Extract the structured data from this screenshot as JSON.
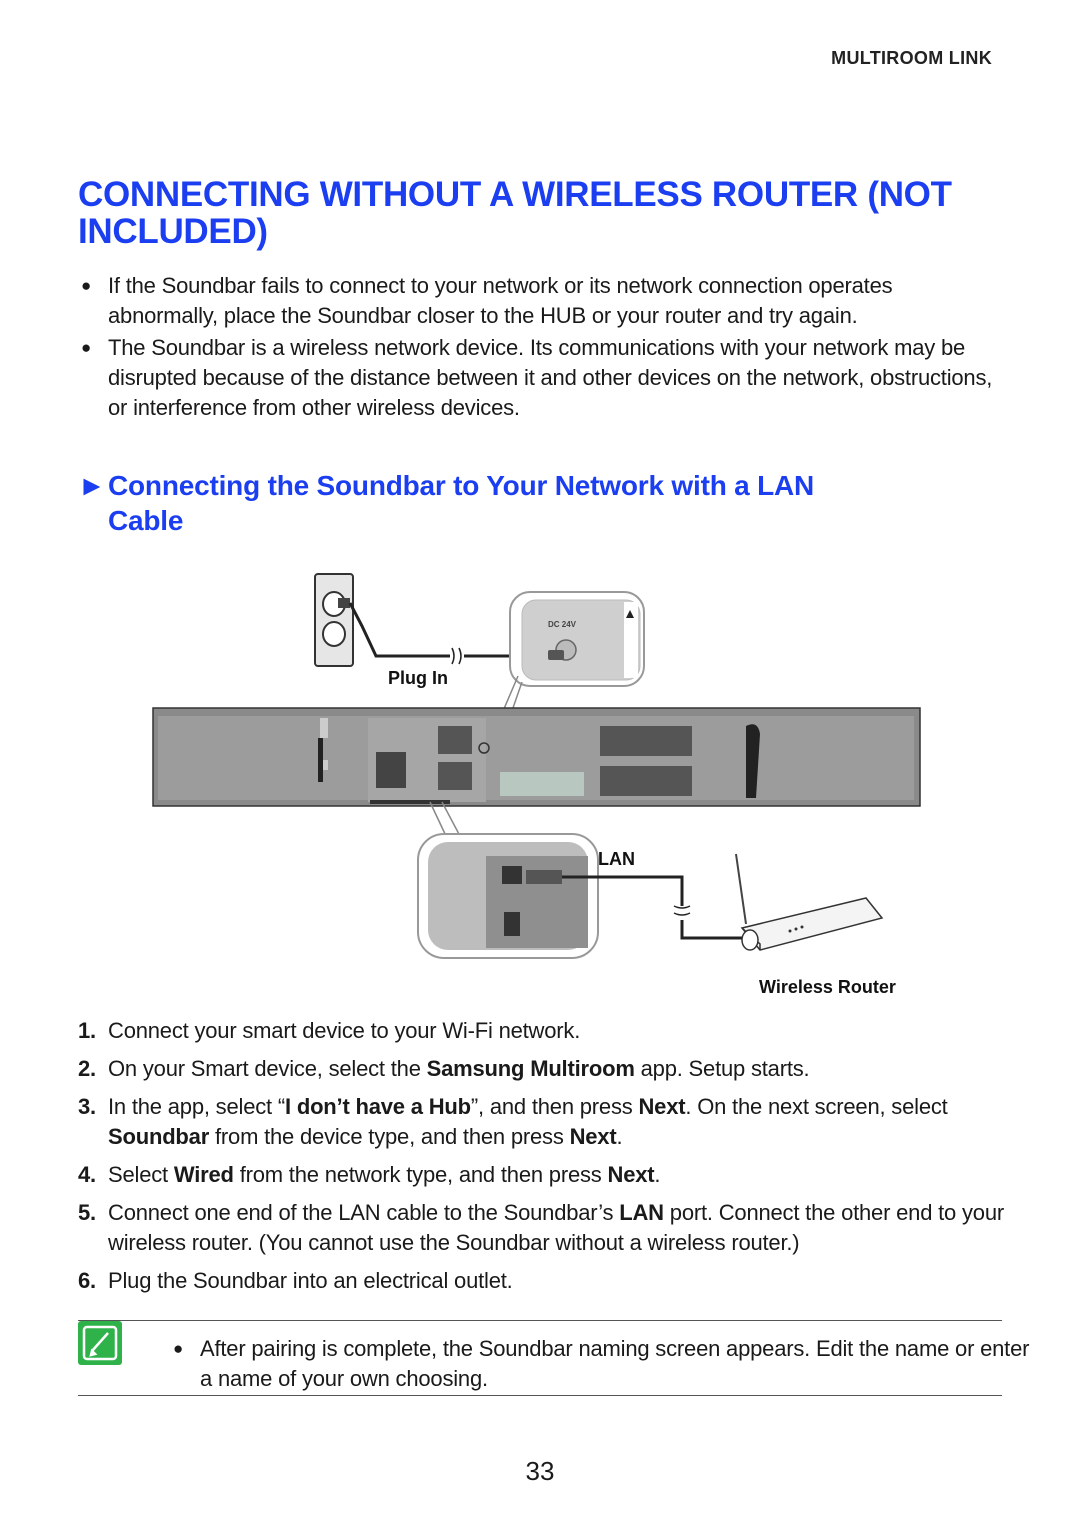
{
  "header": {
    "section": "MULTIROOM LINK"
  },
  "title": "CONNECTING WITHOUT A WIRELESS ROUTER (NOT INCLUDED)",
  "bullets": [
    "If the Soundbar fails to connect to your network or its network connection operates abnormally, place the Soundbar closer to the HUB or your router and try again.",
    "The Soundbar is a wireless network device. Its communications with your network may be disrupted because of the distance between it and other devices on the network, obstructions, or interference from other wireless devices."
  ],
  "subsection": {
    "arrow": "►",
    "line1": "Connecting the Soundbar to Your Network with a LAN",
    "line2": "Cable"
  },
  "diagram": {
    "plug_label": "Plug In",
    "lan_label": "LAN",
    "router_label": "Wireless Router",
    "dc_label": "DC 24V"
  },
  "steps": [
    {
      "num": "1.",
      "parts": [
        [
          "t",
          "Connect your smart device to your Wi-Fi network."
        ]
      ]
    },
    {
      "num": "2.",
      "parts": [
        [
          "t",
          "On your Smart device, select the "
        ],
        [
          "b",
          "Samsung Multiroom"
        ],
        [
          "t",
          " app. Setup starts."
        ]
      ]
    },
    {
      "num": "3.",
      "parts": [
        [
          "t",
          "In the app, select “"
        ],
        [
          "b",
          "I don’t have a Hub"
        ],
        [
          "t",
          "”, and then press "
        ],
        [
          "b",
          "Next"
        ],
        [
          "t",
          ". On the next screen, select "
        ],
        [
          "b",
          "Soundbar"
        ],
        [
          "t",
          " from the device type, and then press "
        ],
        [
          "b",
          "Next"
        ],
        [
          "t",
          "."
        ]
      ]
    },
    {
      "num": "4.",
      "parts": [
        [
          "t",
          "Select "
        ],
        [
          "b",
          "Wired"
        ],
        [
          "t",
          " from the network type, and then press "
        ],
        [
          "b",
          "Next"
        ],
        [
          "t",
          "."
        ]
      ]
    },
    {
      "num": "5.",
      "parts": [
        [
          "t",
          "Connect one end of the LAN cable to the Soundbar’s "
        ],
        [
          "b",
          "LAN"
        ],
        [
          "t",
          " port. Connect the other end to your wireless router. (You cannot use the Soundbar without a wireless router.)"
        ]
      ]
    },
    {
      "num": "6.",
      "parts": [
        [
          "t",
          "Plug the Soundbar into an electrical outlet."
        ]
      ]
    }
  ],
  "note": "After pairing is complete, the Soundbar naming screen appears. Edit the name or enter a name of your own choosing.",
  "bullet_glyph": "●",
  "page_number": "33",
  "colors": {
    "accent": "#1a3ef0",
    "note_icon": "#2fb24a"
  }
}
